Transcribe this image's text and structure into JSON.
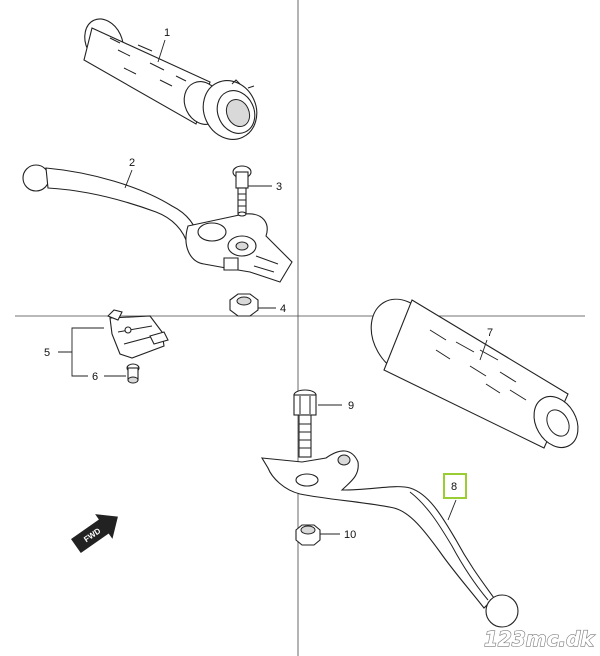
{
  "diagram": {
    "callouts": [
      "1",
      "2",
      "3",
      "4",
      "5",
      "6",
      "7",
      "8",
      "9",
      "10"
    ],
    "highlighted_callout": "8",
    "highlight_color": "#9acd32",
    "direction_arrow": "FWD",
    "watermark": "123mc.dk"
  }
}
